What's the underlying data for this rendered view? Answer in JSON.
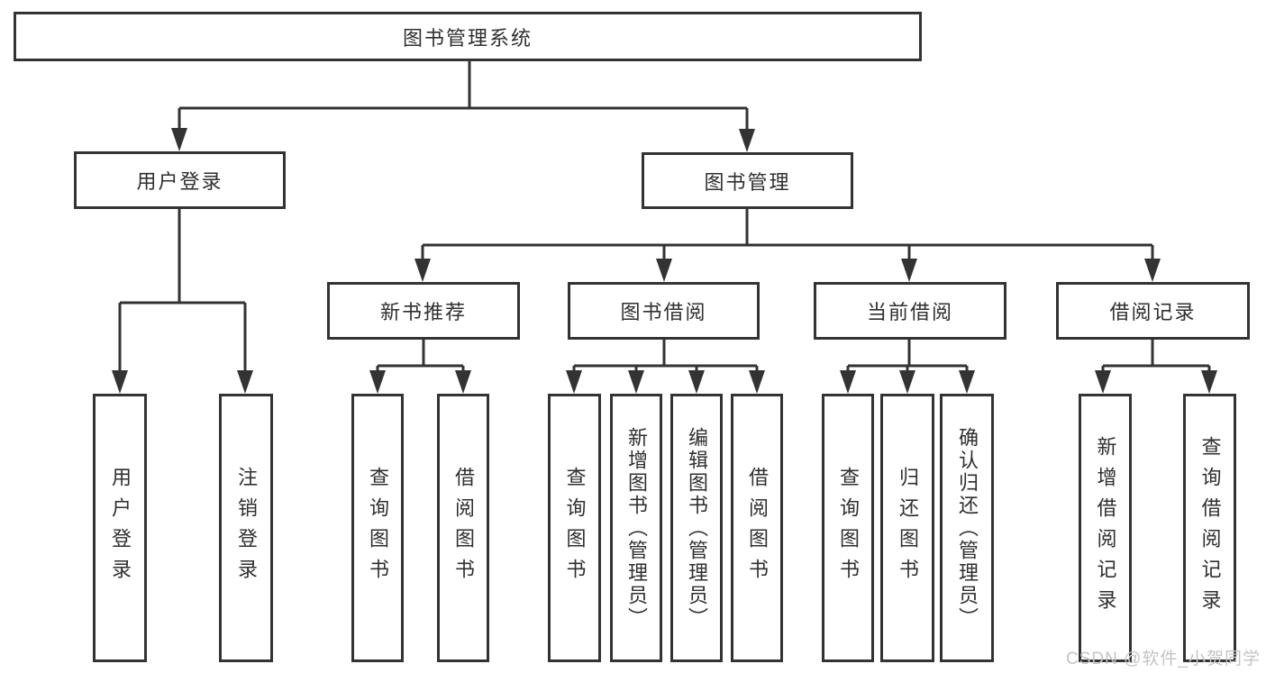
{
  "diagram": {
    "root": {
      "label": "图书管理系统"
    },
    "login_branch": {
      "label": "用户登录",
      "children": [
        {
          "label": "用户登录"
        },
        {
          "label": "注销登录"
        }
      ]
    },
    "management_branch": {
      "label": "图书管理",
      "modules": [
        {
          "label": "新书推荐",
          "children": [
            {
              "label": "查询图书"
            },
            {
              "label": "借阅图书"
            }
          ]
        },
        {
          "label": "图书借阅",
          "children": [
            {
              "label": "查询图书"
            },
            {
              "label": "新增图书（管理员）"
            },
            {
              "label": "编辑图书（管理员）"
            },
            {
              "label": "借阅图书"
            }
          ]
        },
        {
          "label": "当前借阅",
          "children": [
            {
              "label": "查询图书"
            },
            {
              "label": "归还图书"
            },
            {
              "label": "确认归还（管理员）"
            }
          ]
        },
        {
          "label": "借阅记录",
          "children": [
            {
              "label": "新增借阅记录"
            },
            {
              "label": "查询借阅记录"
            }
          ]
        }
      ]
    }
  },
  "watermark": "CSDN @软件_小贺同学",
  "colors": {
    "line": "#333333",
    "text": "#2f2f2f",
    "watermark": "#c4c4c4",
    "background": "#ffffff"
  }
}
